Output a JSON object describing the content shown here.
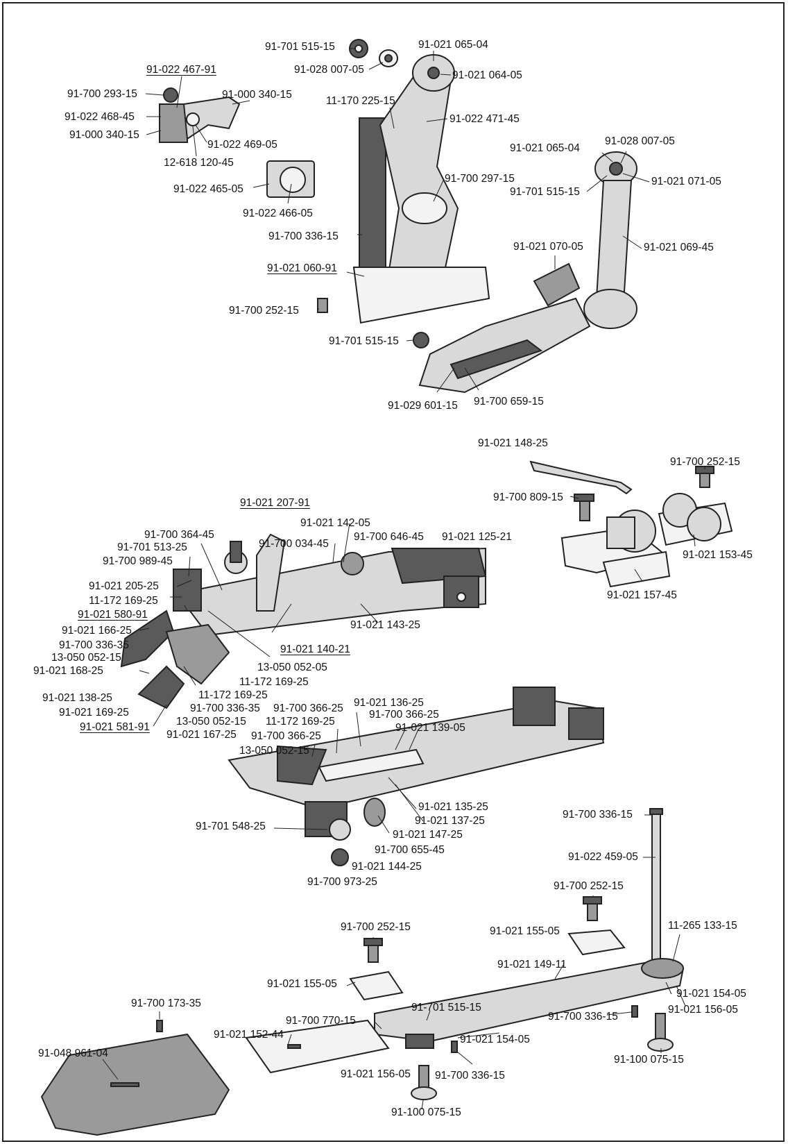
{
  "labels": [
    {
      "id": "l1",
      "text": "91-701 515-15"
    },
    {
      "id": "l2",
      "text": "91-021 065-04"
    },
    {
      "id": "l3",
      "text": "91-028 007-05"
    },
    {
      "id": "l4",
      "text": "91-021 064-05"
    },
    {
      "id": "l5",
      "text": "91-022 467-91"
    },
    {
      "id": "l6",
      "text": "91-700 293-15"
    },
    {
      "id": "l7",
      "text": "91-000 340-15"
    },
    {
      "id": "l8",
      "text": "11-170 225-15"
    },
    {
      "id": "l9",
      "text": "91-022 471-45"
    },
    {
      "id": "l10",
      "text": "91-022 468-45"
    },
    {
      "id": "l11",
      "text": "91-000 340-15"
    },
    {
      "id": "l12",
      "text": "91-022 469-05"
    },
    {
      "id": "l13",
      "text": "12-618 120-45"
    },
    {
      "id": "l14",
      "text": "91-021 065-04"
    },
    {
      "id": "l15",
      "text": "91-028 007-05"
    },
    {
      "id": "l16",
      "text": "91-021 071-05"
    },
    {
      "id": "l17",
      "text": "91-700 297-15"
    },
    {
      "id": "l18",
      "text": "91-701 515-15"
    },
    {
      "id": "l19",
      "text": "91-022 465-05"
    },
    {
      "id": "l20",
      "text": "91-022 466-05"
    },
    {
      "id": "l21",
      "text": "91-700 336-15"
    },
    {
      "id": "l22",
      "text": "91-021 070-05"
    },
    {
      "id": "l23",
      "text": "91-021 069-45"
    },
    {
      "id": "l24",
      "text": "91-021 060-91"
    },
    {
      "id": "l25",
      "text": "91-700 252-15"
    },
    {
      "id": "l26",
      "text": "91-701 515-15"
    },
    {
      "id": "l27",
      "text": "91-029 601-15"
    },
    {
      "id": "l28",
      "text": "91-700 659-15"
    },
    {
      "id": "l29",
      "text": "91-021 148-25"
    },
    {
      "id": "l30",
      "text": "91-700 252-15"
    },
    {
      "id": "l31",
      "text": "91-021 207-91"
    },
    {
      "id": "l32",
      "text": "91-700 809-15"
    },
    {
      "id": "l33",
      "text": "91-700 364-45"
    },
    {
      "id": "l34",
      "text": "91-021 142-05"
    },
    {
      "id": "l35",
      "text": "91-701 513-25"
    },
    {
      "id": "l36",
      "text": "91-700 034-45"
    },
    {
      "id": "l37",
      "text": "91-700 646-45"
    },
    {
      "id": "l38",
      "text": "91-021 125-21"
    },
    {
      "id": "l39",
      "text": "91-700 989-45"
    },
    {
      "id": "l40",
      "text": "91-021 153-45"
    },
    {
      "id": "l41",
      "text": "91-021 205-25"
    },
    {
      "id": "l42",
      "text": "11-172 169-25"
    },
    {
      "id": "l43",
      "text": "91-021 157-45"
    },
    {
      "id": "l44",
      "text": "91-021 580-91"
    },
    {
      "id": "l45",
      "text": "91-021 143-25"
    },
    {
      "id": "l46",
      "text": "91-021 166-25"
    },
    {
      "id": "l47",
      "text": "91-700 336-35"
    },
    {
      "id": "l48",
      "text": "91-021 140-21"
    },
    {
      "id": "l49",
      "text": "13-050 052-15"
    },
    {
      "id": "l50",
      "text": "13-050 052-05"
    },
    {
      "id": "l51",
      "text": "91-021 168-25"
    },
    {
      "id": "l52",
      "text": "11-172 169-25"
    },
    {
      "id": "l53",
      "text": "11-172 169-25"
    },
    {
      "id": "l54",
      "text": "91-021 138-25"
    },
    {
      "id": "l55",
      "text": "91-021 136-25"
    },
    {
      "id": "l56",
      "text": "91-700 336-35"
    },
    {
      "id": "l57",
      "text": "91-700 366-25"
    },
    {
      "id": "l58",
      "text": "91-021 169-25"
    },
    {
      "id": "l59",
      "text": "91-700 366-25"
    },
    {
      "id": "l60",
      "text": "13-050 052-15"
    },
    {
      "id": "l61",
      "text": "11-172 169-25"
    },
    {
      "id": "l62",
      "text": "91-021 139-05"
    },
    {
      "id": "l63",
      "text": "91-021 581-91"
    },
    {
      "id": "l64",
      "text": "91-021 167-25"
    },
    {
      "id": "l65",
      "text": "91-700 366-25"
    },
    {
      "id": "l66",
      "text": "13-050 052-15"
    },
    {
      "id": "l67",
      "text": "91-021 135-25"
    },
    {
      "id": "l68",
      "text": "91-700 336-15"
    },
    {
      "id": "l69",
      "text": "91-021 137-25"
    },
    {
      "id": "l70",
      "text": "91-701 548-25"
    },
    {
      "id": "l71",
      "text": "91-021 147-25"
    },
    {
      "id": "l72",
      "text": "91-700 655-45"
    },
    {
      "id": "l73",
      "text": "91-022 459-05"
    },
    {
      "id": "l74",
      "text": "91-021 144-25"
    },
    {
      "id": "l75",
      "text": "91-700 973-25"
    },
    {
      "id": "l76",
      "text": "91-700 252-15"
    },
    {
      "id": "l77",
      "text": "91-700 252-15"
    },
    {
      "id": "l78",
      "text": "91-021 155-05"
    },
    {
      "id": "l79",
      "text": "11-265 133-15"
    },
    {
      "id": "l80",
      "text": "91-021 149-11"
    },
    {
      "id": "l81",
      "text": "91-021 155-05"
    },
    {
      "id": "l82",
      "text": "91-701 515-15"
    },
    {
      "id": "l83",
      "text": "91-021 154-05"
    },
    {
      "id": "l84",
      "text": "91-700 173-35"
    },
    {
      "id": "l85",
      "text": "91-021 156-05"
    },
    {
      "id": "l86",
      "text": "91-700 770-15"
    },
    {
      "id": "l87",
      "text": "91-700 336-15"
    },
    {
      "id": "l88",
      "text": "91-021 152-44"
    },
    {
      "id": "l89",
      "text": "91-021 154-05"
    },
    {
      "id": "l90",
      "text": "91-048 961-04"
    },
    {
      "id": "l91",
      "text": "91-100 075-15"
    },
    {
      "id": "l92",
      "text": "91-021 156-05"
    },
    {
      "id": "l93",
      "text": "91-700 336-15"
    },
    {
      "id": "l94",
      "text": "91-100 075-15"
    }
  ]
}
